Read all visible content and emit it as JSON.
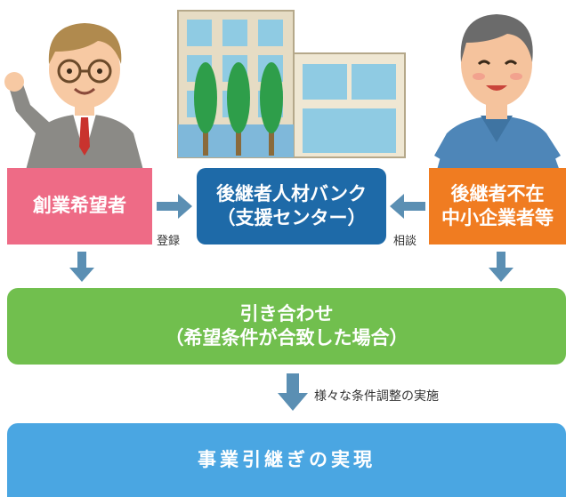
{
  "colors": {
    "applicant": "#ee6b86",
    "bank": "#1e6aa8",
    "owner": "#f07c21",
    "match": "#71bf4e",
    "realize": "#4aa6e2",
    "arrow": "#5b8fb3"
  },
  "boxes": {
    "applicant": {
      "label": "創業希望者"
    },
    "bank": {
      "line1": "後継者人材バンク",
      "line2": "（支援センター）"
    },
    "owner": {
      "line1": "後継者不在",
      "line2": "中小企業者等"
    },
    "match": {
      "line1": "引き合わせ",
      "line2": "（希望条件が合致した場合）"
    },
    "realize": {
      "label": "事業引継ぎの実現"
    }
  },
  "labels": {
    "register": "登録",
    "consult": "相談",
    "adjust": "様々な条件調整の実施"
  },
  "icons": {
    "left_person": "businessman-waving-icon",
    "building": "office-building-icon",
    "right_person": "factory-worker-icon"
  }
}
